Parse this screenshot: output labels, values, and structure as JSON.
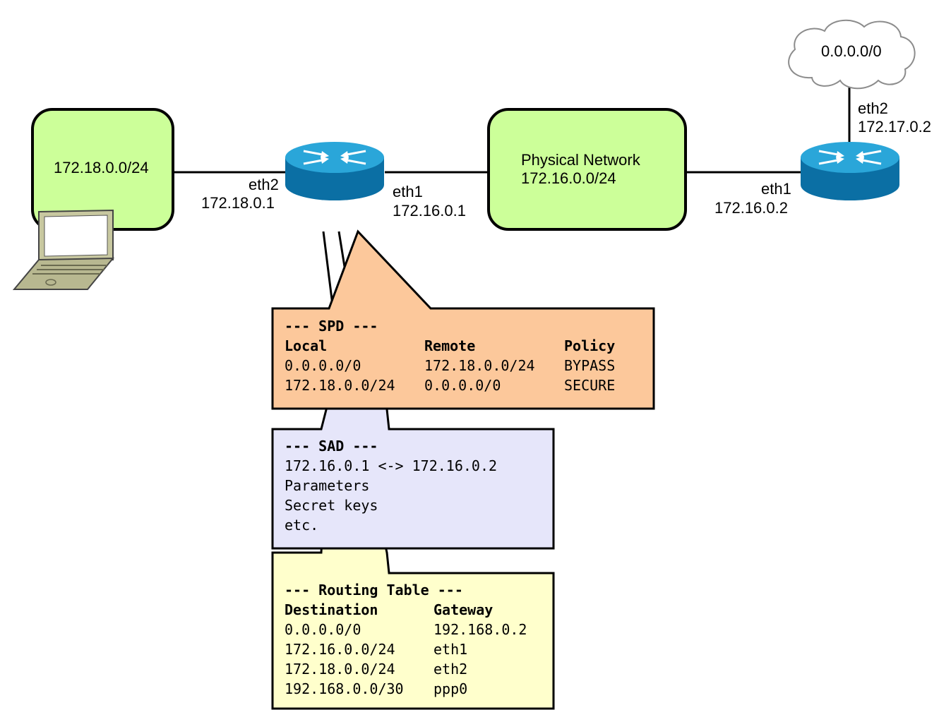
{
  "internet": {
    "label": "0.0.0.0/0"
  },
  "lan": {
    "label": "172.18.0.0/24"
  },
  "physical": {
    "title": "Physical Network",
    "subnet": "172.16.0.0/24"
  },
  "router1": {
    "eth2": {
      "name": "eth2",
      "ip": "172.18.0.1"
    },
    "eth1": {
      "name": "eth1",
      "ip": "172.16.0.1"
    }
  },
  "router2": {
    "eth1": {
      "name": "eth1",
      "ip": "172.16.0.2"
    },
    "eth2": {
      "name": "eth2",
      "ip": "172.17.0.2"
    }
  },
  "spd": {
    "title": "--- SPD ---",
    "headers": [
      "Local",
      "Remote",
      "Policy"
    ],
    "rows": [
      [
        "0.0.0.0/0",
        "172.18.0.0/24",
        "BYPASS"
      ],
      [
        "172.18.0.0/24",
        "0.0.0.0/0",
        "SECURE"
      ]
    ]
  },
  "sad": {
    "title": "--- SAD ---",
    "lines": [
      "172.16.0.1 <-> 172.16.0.2",
      "Parameters",
      "Secret keys",
      "etc."
    ]
  },
  "routing": {
    "title": "--- Routing Table ---",
    "headers": [
      "Destination",
      "Gateway"
    ],
    "rows": [
      [
        "0.0.0.0/0",
        "192.168.0.2"
      ],
      [
        "172.16.0.0/24",
        "eth1"
      ],
      [
        "172.18.0.0/24",
        "eth2"
      ],
      [
        "192.168.0.0/30",
        "ppp0"
      ]
    ]
  },
  "colors": {
    "network_fill": "#ccff99",
    "spd_fill": "#fcc89b",
    "sad_fill": "#e6e6fa",
    "routing_fill": "#ffffcc",
    "router_top": "#2aa6d9",
    "router_side": "#0b6fa4"
  }
}
